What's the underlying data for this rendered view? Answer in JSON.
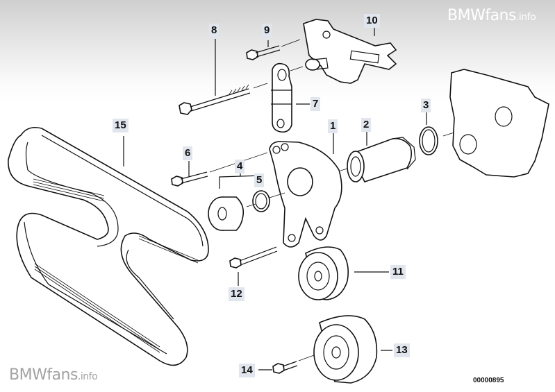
{
  "watermark": {
    "top": {
      "brand": "BMWfans",
      "suffix": ".info"
    },
    "bottom": {
      "brand": "BMWfans",
      "suffix": ".info"
    }
  },
  "diagram_number": "00000895",
  "colors": {
    "callout_bg": "#e1e6ee",
    "line": "#111111",
    "header_gradient_top": "#cfcfcf",
    "watermark_bottom": "#a2a2a2"
  },
  "callouts": [
    {
      "id": "1",
      "part": "tensioner-bracket"
    },
    {
      "id": "2",
      "part": "threaded-sleeve"
    },
    {
      "id": "3",
      "part": "o-ring-large"
    },
    {
      "id": "4",
      "part": "cap-set"
    },
    {
      "id": "5",
      "part": "o-ring-small"
    },
    {
      "id": "6",
      "part": "hex-bolt"
    },
    {
      "id": "7",
      "part": "hydraulic-damper"
    },
    {
      "id": "8",
      "part": "long-stud-bolt"
    },
    {
      "id": "9",
      "part": "hex-bolt-short"
    },
    {
      "id": "10",
      "part": "mounting-bracket"
    },
    {
      "id": "11",
      "part": "tension-pulley"
    },
    {
      "id": "12",
      "part": "pulley-bolt"
    },
    {
      "id": "13",
      "part": "deflection-pulley"
    },
    {
      "id": "14",
      "part": "pulley-bolt-lower"
    },
    {
      "id": "15",
      "part": "ribbed-v-belt"
    }
  ]
}
